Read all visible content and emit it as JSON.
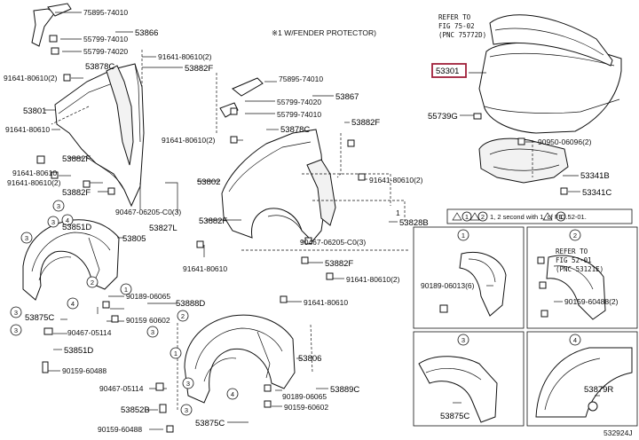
{
  "labels": {
    "p75895_74010_top": "75895-74010",
    "p55799_74010_top": "55799-74010",
    "p55799_74020_top": "55799-74020",
    "p53866": "53866",
    "p91641_80610_2_a": "91641-80610(2)",
    "p91641_80610_2_b": "91641-80610(2)",
    "p53878c_left": "53878C",
    "p53882f_left1": "53882F",
    "p53801": "53801",
    "p91641_80610_l1": "91641-80610",
    "p53882f_left2": "53882F",
    "p91641_80610_l2": "91641-80610",
    "p91641_80610_2_l": "91641-80610(2)",
    "p53882f_left3": "53882F",
    "p90467_06205_c3_l": "90467-06205-C0(3)",
    "p53827l": "53827L",
    "p53805": "53805",
    "p53851d_top": "53851D",
    "p53875c_left": "53875C",
    "p90467_05114": "90467-05114",
    "p53851d": "53851D",
    "p90159_60488_a": "90159-60488",
    "p90189_06065": "90189-06065",
    "p90159_60602": "90159 60602",
    "p53888d": "53888D",
    "p90467_05114_b": "90467-05114",
    "p53852b": "53852B",
    "p90159_60488_b": "90159-60488",
    "p53875c_mid": "53875C",
    "p53806": "53806",
    "p90189_06065_b": "90189-06065",
    "p53889c": "53889C",
    "p90159_60602_b": "90159-60602",
    "fender_protector_note": "※1 W/FENDER PROTECTOR)",
    "p75895_74010_mid": "75895-74010",
    "p55799_74020_mid": "55799-74020",
    "p55799_74010_mid": "55799-74010",
    "p53867": "53867",
    "p53878c_mid": "53878C",
    "p53882f_mid": "53882F",
    "p91641_80610_2_mid": "91641-80610(2)",
    "p53802": "53802",
    "p91641_80610_2_r": "91641-80610(2)",
    "p53882f_mid2": "53882F",
    "p91641_80610_mid": "91641-80610",
    "p53828b": "53828B",
    "p90467_06205_c3_r": "90467-06205-C0(3)",
    "p53882f_mid3": "53882F",
    "p91641_80610_2_r2": "91641-80610(2)",
    "p91641_80610_r": "91641-80610",
    "refer_top_1": "REFER TO",
    "refer_top_2": "FIG 75-02",
    "refer_top_3": "(PNC 75772D)",
    "p53301": "53301",
    "p55739g": "55739G",
    "p90950_06096_2": "90950-06096(2)",
    "p53341b": "53341B",
    "p53341c": "53341C",
    "note_box": "1, 2 second with 1, of FIG.52-01.",
    "p90189_06013_6": "90189-06013(6)",
    "refer_b_1": "REFER TO",
    "refer_b_2": "FIG 52-01",
    "refer_b_3": "(PNC 53121E)",
    "p90159_60488_r": "90159-60488(2)",
    "p53875c_box": "53875C",
    "p53879r": "53879R",
    "diagram_id": "532924J"
  },
  "callouts": {
    "c1": "1",
    "c2": "2",
    "c3": "3",
    "c4": "4"
  },
  "colors": {
    "highlight": "#a0203a",
    "ink": "#111111"
  }
}
